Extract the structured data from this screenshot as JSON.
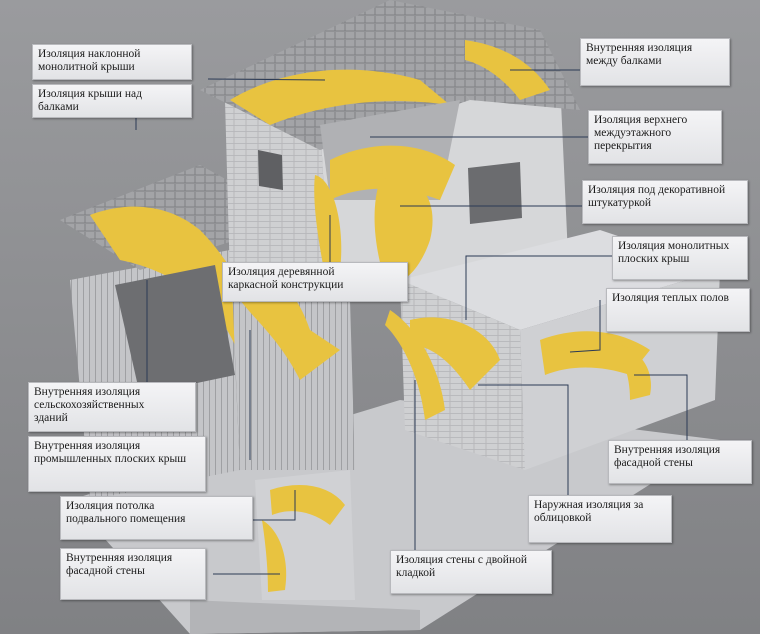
{
  "colors": {
    "insulation": "#e8c340",
    "insulation_dark": "#c9a22a",
    "wall": "#d4d5d7",
    "wall_shade": "#b5b6b9",
    "roof": "#9c9da0",
    "background": "#8e8f92",
    "leader_line": "#2b3a55",
    "callout_bg": "#eceef0"
  },
  "labels": {
    "sloped_roof": "Изоляция наклонной\nмонолитной крыши",
    "roof_over_beams": "Изоляция крыши над\nбалками",
    "internal_between_beams": "Внутренняя изоляция\nмежду балками",
    "upper_floor_slab": "Изоляция верхнего\nмеждуэтажного\nперекрытия",
    "decorative_plaster": "Изоляция под декоративной\nштукатуркой",
    "monolithic_flat_roofs": "Изоляция монолитных\nплоских крыш",
    "wooden_frame": "Изоляция деревянной\nкаркасной конструкции",
    "warm_floors": "Изоляция теплых полов",
    "agricultural_buildings": "Внутренняя изоляция\nсельскохозяйственных\nзданий",
    "industrial_flat_roofs": "Внутренняя изоляция\nпромышленных плоских крыш",
    "facade_wall_right": "Внутренняя изоляция\nфасадной стены",
    "external_behind_cladding": "Наружная изоляция за\nоблицовкой",
    "basement_ceiling": "Изоляция потолка\nподвального помещения",
    "facade_wall_left": "Внутренняя изоляция\nфасадной стены",
    "double_masonry_wall": "Изоляция стены с двойной\nкладкой"
  }
}
